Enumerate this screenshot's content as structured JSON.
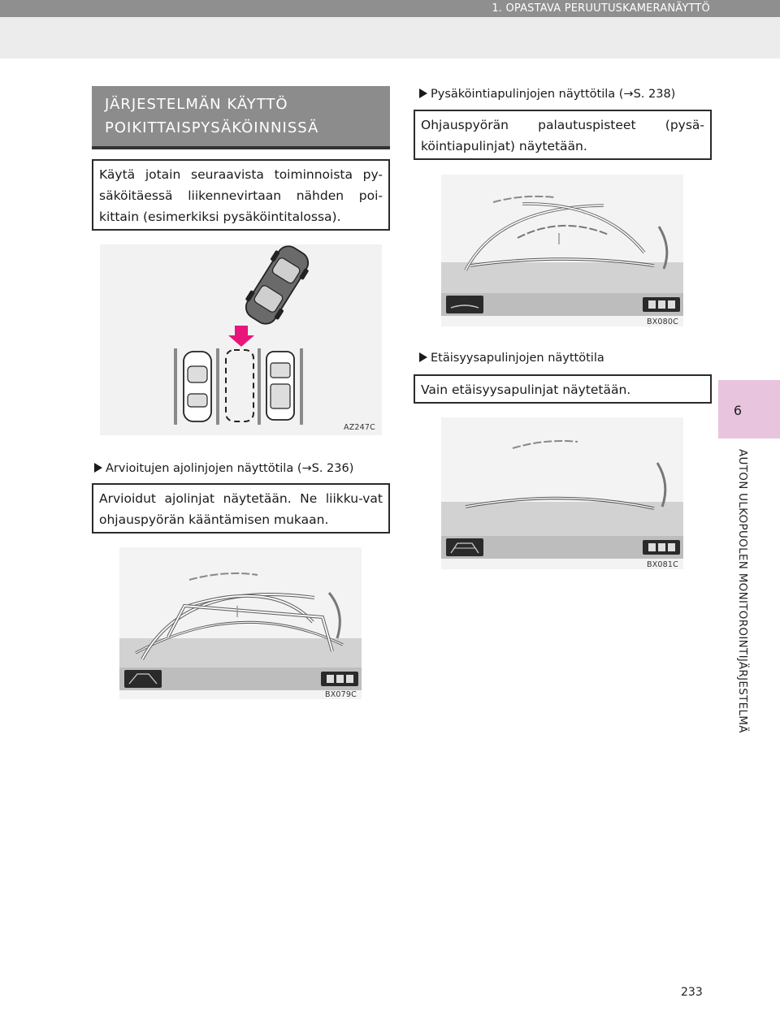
{
  "running_head": "1. OPASTAVA PERUUTUSKAMERANÄYTTÖ",
  "chapter_tab": {
    "number": "6",
    "title": "AUTON ULKOPUOLEN MONITOROINTIJÄRJESTELMÄ"
  },
  "section_heading": {
    "line1": "JÄRJESTELMÄN KÄYTTÖ",
    "line2": "POIKITTAISPYSÄKÖINNISSÄ"
  },
  "intro_text": "Käytä jotain seuraavista toiminnoista py-säköitäessä liikennevirtaan nähden poi-kittain (esimerkiksi pysäköintitalossa).",
  "figures": {
    "parking": "AZ247C",
    "estimated": "BX079C",
    "steering_return": "BX080C",
    "distance": "BX081C"
  },
  "modes": [
    {
      "title": "Arvioitujen ajolinjojen näyttötila (→S. 236)",
      "description": "Arvioidut ajolinjat näytetään. Ne liikku-vat ohjauspyörän kääntämisen mukaan."
    },
    {
      "title": "Pysäköintiapulinjojen näyttötila (→S. 238)",
      "description": "Ohjauspyörän palautuspisteet (pysä-köintiapulinjat) näytetään."
    },
    {
      "title": "Etäisyysapulinjojen näyttötila",
      "description": "Vain etäisyysapulinjat näytetään."
    }
  ],
  "page_number": "233",
  "colors": {
    "heading_bg": "#8c8c8c",
    "tab_bg": "#e8c4df",
    "arrow": "#e8157a"
  }
}
